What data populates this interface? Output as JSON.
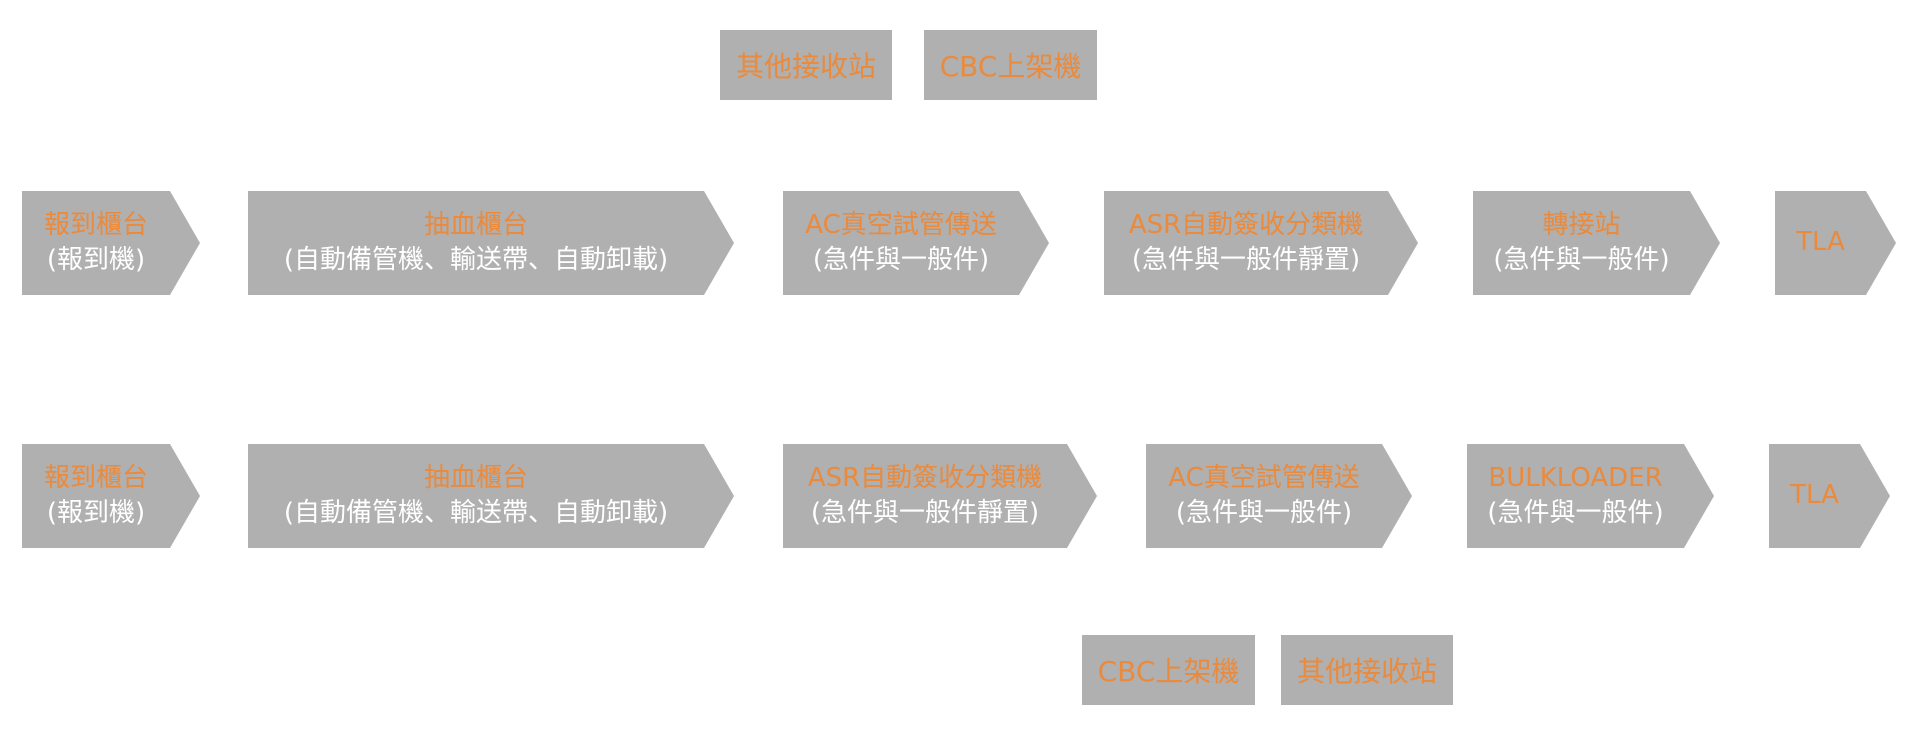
{
  "top_stations": {
    "other_station": "其他接收站",
    "cbc": "CBC上架機"
  },
  "row1": [
    {
      "title": "報到櫃台",
      "sub": "(報到機)"
    },
    {
      "title": "抽血櫃台",
      "sub": "(自動備管機、輸送帶、自動卸載)"
    },
    {
      "title": "AC真空試管傳送",
      "sub": "(急件與一般件)"
    },
    {
      "title": "ASR自動簽收分類機",
      "sub": "(急件與一般件靜置)"
    },
    {
      "title": "轉接站",
      "sub": "(急件與一般件)"
    },
    {
      "title": "TLA",
      "sub": ""
    }
  ],
  "row2": [
    {
      "title": "報到櫃台",
      "sub": "(報到機)"
    },
    {
      "title": "抽血櫃台",
      "sub": "(自動備管機、輸送帶、自動卸載)"
    },
    {
      "title": "ASR自動簽收分類機",
      "sub": "(急件與一般件靜置)"
    },
    {
      "title": "AC真空試管傳送",
      "sub": "(急件與一般件)"
    },
    {
      "title": "BULKLOADER",
      "sub": "(急件與一般件)"
    },
    {
      "title": "TLA",
      "sub": ""
    }
  ],
  "bottom_stations": {
    "cbc": "CBC上架機",
    "other_station": "其他接收站"
  },
  "colors": {
    "shape_fill": "#b0b0b0",
    "title_text": "#ea8a3c",
    "sub_text": "#ffffff"
  }
}
